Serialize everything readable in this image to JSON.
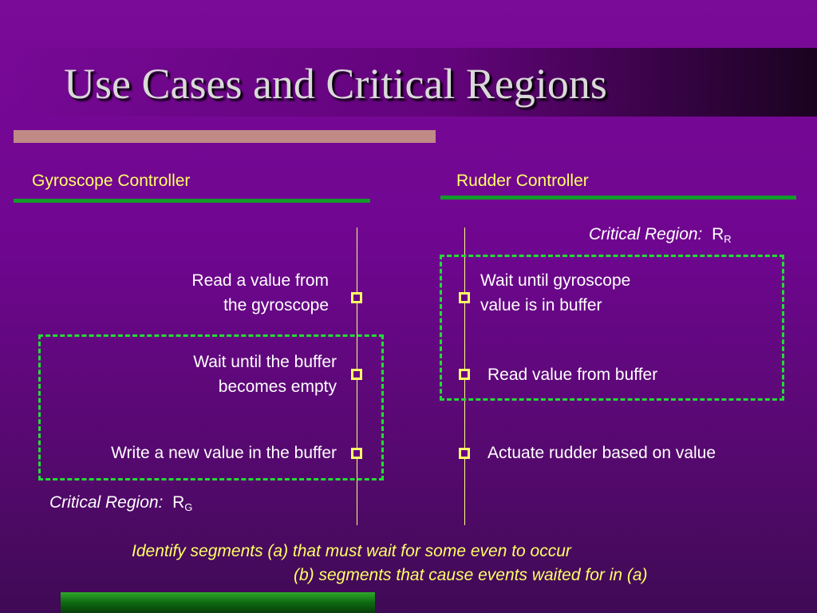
{
  "slide": {
    "title": "Use Cases and Critical Regions",
    "left_header": "Gyroscope Controller",
    "right_header": "Rudder Controller",
    "left_steps": {
      "step1_line1": "Read a value from",
      "step1_line2": "the gyroscope",
      "step2_line1": "Wait until the buffer",
      "step2_line2": "becomes empty",
      "step3": "Write a new value in the buffer"
    },
    "right_steps": {
      "step1_line1": "Wait until gyroscope",
      "step1_line2": "value is in buffer",
      "step2": "Read value from buffer",
      "step3": "Actuate rudder based on value"
    },
    "critical_region_label": "Critical Region:",
    "region_left": {
      "base": "R",
      "sub": "G"
    },
    "region_right": {
      "base": "R",
      "sub": "R"
    },
    "footer_line1": "Identify segments (a) that must wait for some even to occur",
    "footer_line2": "(b) segments that cause events waited for in (a)"
  },
  "colors": {
    "background": "#6f0690",
    "title_text": "#d9d9d9",
    "header_text": "#ffff66",
    "accent_green": "#139a2a",
    "dashed_box": "#22dd33",
    "title_bar": "#c08a86"
  }
}
